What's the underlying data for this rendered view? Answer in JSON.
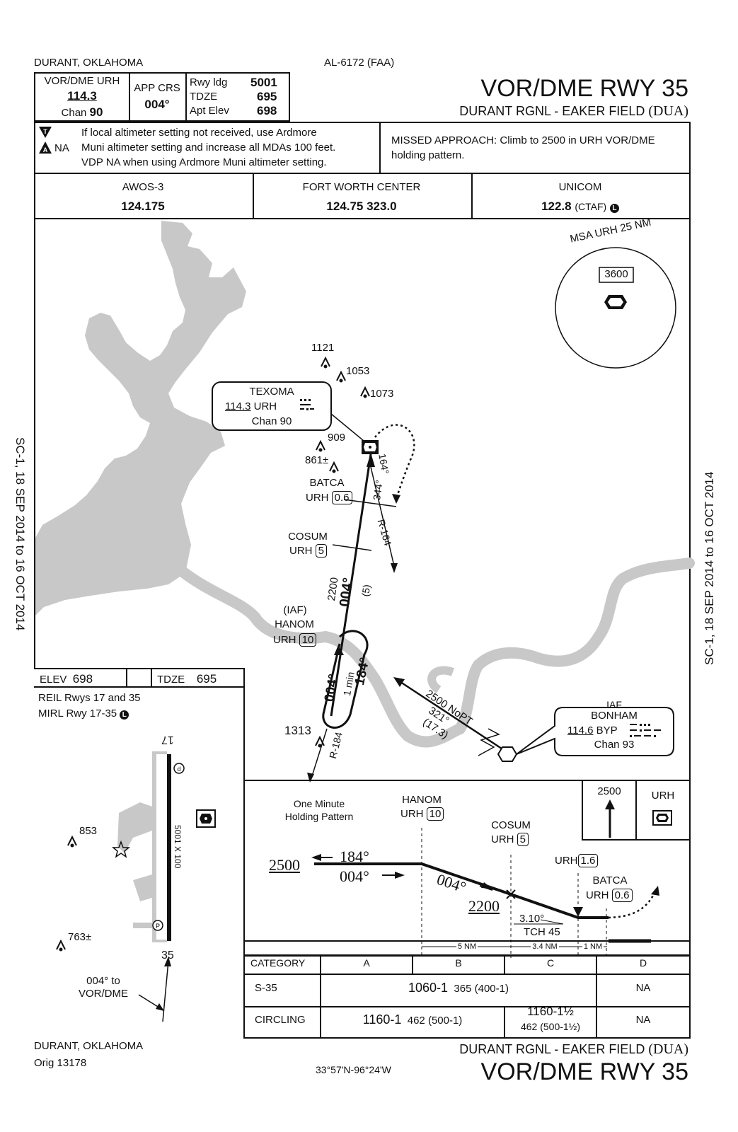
{
  "header": {
    "location": "DURANT, OKLAHOMA",
    "chart_id": "AL-6172 (FAA)",
    "title": "VOR/DME RWY 35",
    "airport": "DURANT RGNL - EAKER FIELD",
    "airport_code": "(DUA)"
  },
  "briefing": {
    "nav_label": "VOR/DME URH",
    "nav_freq": "114.3",
    "nav_chan_label": "Chan",
    "nav_chan": "90",
    "app_crs_label": "APP CRS",
    "app_crs": "004°",
    "rwy_ldg_label": "Rwy ldg",
    "rwy_ldg": "5001",
    "tdze_label": "TDZE",
    "tdze": "695",
    "apt_elev_label": "Apt Elev",
    "apt_elev": "698"
  },
  "notes": {
    "na_label": "NA",
    "note_line1": "If local altimeter setting not received, use Ardmore",
    "note_line2": "Muni altimeter setting and increase all MDAs 100 feet.",
    "note_line3": "VDP NA when using Ardmore Muni altimeter setting.",
    "missed_line1": "MISSED APPROACH:  Climb to 2500 in URH VOR/DME",
    "missed_line2": "holding pattern."
  },
  "comms": [
    {
      "name": "AWOS-3",
      "freq": "124.175"
    },
    {
      "name": "FORT WORTH CENTER",
      "freq": "124.75  323.0"
    },
    {
      "name": "UNICOM",
      "freq": "122.8",
      "suffix": "(CTAF)"
    }
  ],
  "msa": {
    "label": "MSA URH 25 NM",
    "altitude": "3600"
  },
  "plan": {
    "vortac_name": "TEXOMA",
    "vortac_freq": "114.3",
    "vortac_id": "URH",
    "vortac_chan": "Chan 90",
    "obstacles": [
      "1121",
      "1053",
      "1073",
      "909",
      "861±",
      "1313"
    ],
    "batca": "BATCA",
    "batca_dme": "0.6",
    "cosum": "COSUM",
    "cosum_dme": "5",
    "hanom_iaf": "(IAF)",
    "hanom": "HANOM",
    "hanom_dme": "10",
    "urh": "URH",
    "crs_inbound": "004°",
    "crs_outbound": "184°",
    "crs_344": "344°",
    "crs_164": "164°",
    "radial_164": "R-164",
    "radial_184": "R-184",
    "alt_2200": "2200",
    "dist_5": "(5)",
    "one_min": "1 min",
    "feeder_alt": "2500 NoPT",
    "feeder_crs": "321°",
    "feeder_dist": "(17.3)",
    "bonham_iaf": "IAF",
    "bonham_name": "BONHAM",
    "bonham_freq": "114.6",
    "bonham_id": "BYP",
    "bonham_chan": "Chan 93"
  },
  "airport_diagram": {
    "elev_label": "ELEV",
    "elev": "698",
    "tdze_label": "TDZE",
    "tdze": "695",
    "lighting1": "REIL Rwys 17 and 35",
    "lighting2": "MIRL Rwy 17-35",
    "rwy17": "17",
    "rwy35": "35",
    "rwy_dims": "5001 X 100",
    "obs1": "853",
    "obs2": "763±",
    "crs_note1": "004° to",
    "crs_note2": "VOR/DME"
  },
  "profile": {
    "holding_label1": "One Minute",
    "holding_label2": "Holding Pattern",
    "hanom": "HANOM",
    "urh": "URH",
    "hanom_dme": "10",
    "cosum": "COSUM",
    "cosum_dme": "5",
    "urh_dme": "1.6",
    "batca": "BATCA",
    "batca_dme": "0.6",
    "alt_2500": "2500",
    "crs_184": "184°",
    "crs_004a": "004°",
    "crs_004b": "004°",
    "alt_2200": "2200",
    "gs": "3.10°",
    "tch": "TCH 45",
    "dist1": "5 NM",
    "dist2": "3.4 NM",
    "dist3": "1 NM",
    "missed_alt": "2500",
    "missed_fix": "URH"
  },
  "minimums": {
    "headers": [
      "CATEGORY",
      "A",
      "B",
      "C",
      "D"
    ],
    "s35_label": "S-35",
    "s35_abc_main": "1060-1",
    "s35_abc_sub": "365 (400-1)",
    "s35_d": "NA",
    "circ_label": "CIRCLING",
    "circ_ab_main": "1160-1",
    "circ_ab_sub": "462 (500-1)",
    "circ_c_main": "1160-1½",
    "circ_c_sub": "462 (500-1½)",
    "circ_d": "NA"
  },
  "footer": {
    "location": "DURANT, OKLAHOMA",
    "orig": "Orig  13178",
    "coords": "33°57'N-96°24'W",
    "airport": "DURANT RGNL - EAKER FIELD",
    "airport_code": "(DUA)",
    "title": "VOR/DME RWY 35"
  },
  "side_text": {
    "left": "SC-1, 18 SEP 2014 to 16 OCT 2014",
    "right": "SC-1, 18 SEP 2014 to 16 OCT 2014"
  }
}
